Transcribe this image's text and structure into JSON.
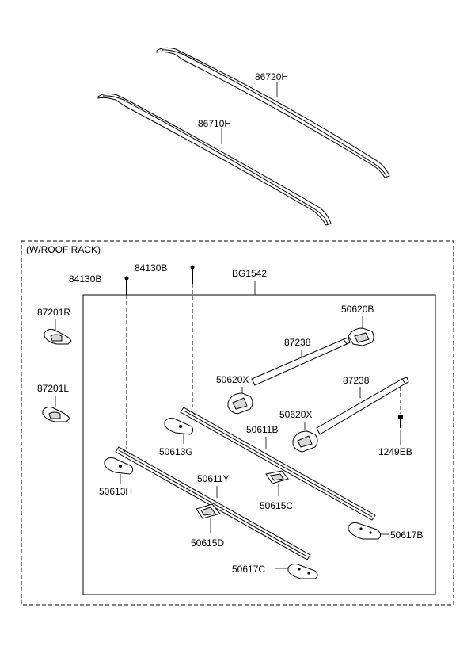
{
  "group_label": "(W/ROOF RACK)",
  "labels": {
    "p86720H": "86720H",
    "p86710H": "86710H",
    "p84130B_a": "84130B",
    "p84130B_b": "84130B",
    "pBG1542": "BG1542",
    "p87201R": "87201R",
    "p87201L": "87201L",
    "p50620B": "50620B",
    "p87238_a": "87238",
    "p87238_b": "87238",
    "p50620X_a": "50620X",
    "p50620X_b": "50620X",
    "p50611B": "50611B",
    "p1249EB": "1249EB",
    "p50613G": "50613G",
    "p50613H": "50613H",
    "p50611Y": "50611Y",
    "p50615C": "50615C",
    "p50615D": "50615D",
    "p50617B": "50617B",
    "p50617C": "50617C"
  }
}
